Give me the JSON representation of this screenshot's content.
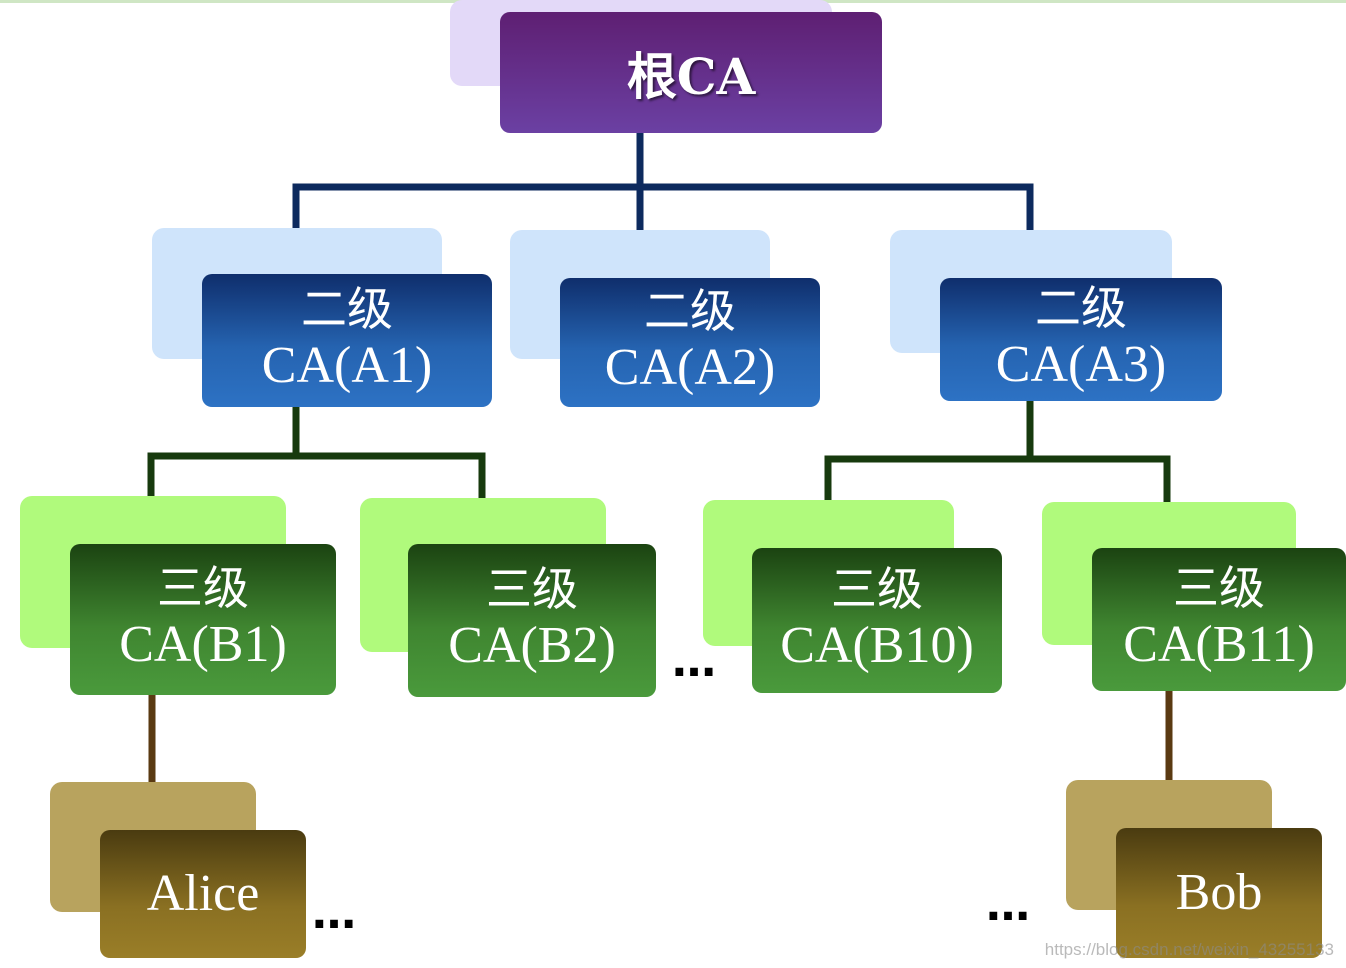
{
  "root": {
    "label": "根CA"
  },
  "level2": [
    {
      "line1": "二级",
      "line2": "CA(A1)"
    },
    {
      "line1": "二级",
      "line2": "CA(A2)"
    },
    {
      "line1": "二级",
      "line2": "CA(A3)"
    }
  ],
  "level3": [
    {
      "line1": "三级",
      "line2": "CA(B1)"
    },
    {
      "line1": "三级",
      "line2": "CA(B2)"
    },
    {
      "line1": "三级",
      "line2": "CA(B10)"
    },
    {
      "line1": "三级",
      "line2": "CA(B11)"
    }
  ],
  "users": [
    {
      "label": "Alice"
    },
    {
      "label": "Bob"
    }
  ],
  "ellipsis": "…",
  "watermark": "https://blog.csdn.net/weixin_43255133",
  "colors": {
    "root": "#6b40a3",
    "level2": "#2563b0",
    "level3": "#3f8530",
    "users": "#8a7022",
    "connector_level2": "#0d2a5e",
    "connector_level3": "#173a0e",
    "connector_users": "#5a3a12"
  }
}
